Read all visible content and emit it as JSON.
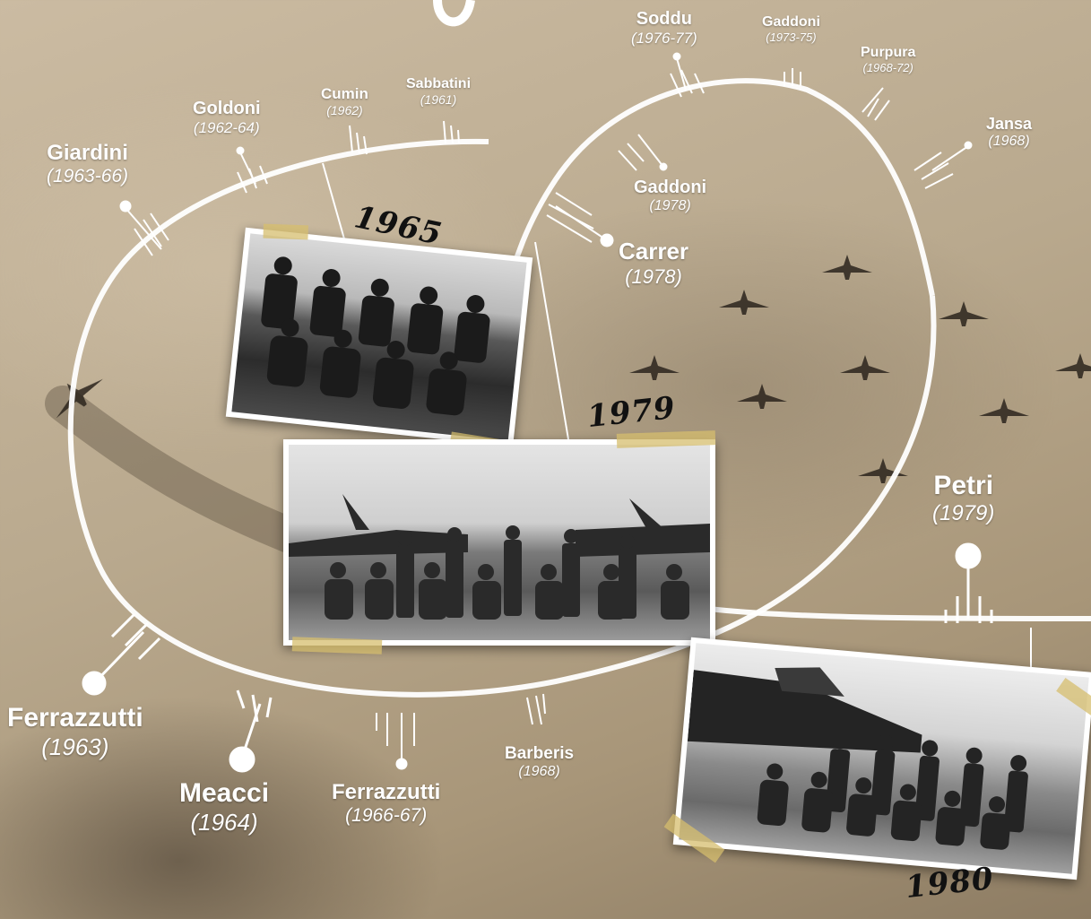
{
  "pilots": [
    {
      "id": "giardini",
      "name": "Giardini",
      "years": "(1963-66)"
    },
    {
      "id": "goldoni",
      "name": "Goldoni",
      "years": "(1962-64)"
    },
    {
      "id": "cumin",
      "name": "Cumin",
      "years": "(1962)"
    },
    {
      "id": "sabbatini",
      "name": "Sabbatini",
      "years": "(1961)"
    },
    {
      "id": "soddu",
      "name": "Soddu",
      "years": "(1976-77)"
    },
    {
      "id": "gaddoni-1973",
      "name": "Gaddoni",
      "years": "(1973-75)"
    },
    {
      "id": "purpura",
      "name": "Purpura",
      "years": "(1968-72)"
    },
    {
      "id": "jansa",
      "name": "Jansa",
      "years": "(1968)"
    },
    {
      "id": "gaddoni-1978",
      "name": "Gaddoni",
      "years": "(1978)"
    },
    {
      "id": "carrer",
      "name": "Carrer",
      "years": "(1978)"
    },
    {
      "id": "petri",
      "name": "Petri",
      "years": "(1979)"
    },
    {
      "id": "ferrazzutti-1963",
      "name": "Ferrazzutti",
      "years": "(1963)"
    },
    {
      "id": "meacci",
      "name": "Meacci",
      "years": "(1964)"
    },
    {
      "id": "ferrazzutti-1966",
      "name": "Ferrazzutti",
      "years": "(1966-67)"
    },
    {
      "id": "barberis",
      "name": "Barberis",
      "years": "(1968)"
    }
  ],
  "photos": {
    "p1965": {
      "year": "1965"
    },
    "p1979": {
      "year": "1979"
    },
    "p1980": {
      "year": "1980"
    }
  },
  "colors": {
    "line": "#ffffff",
    "tape": "#d6be6e"
  }
}
